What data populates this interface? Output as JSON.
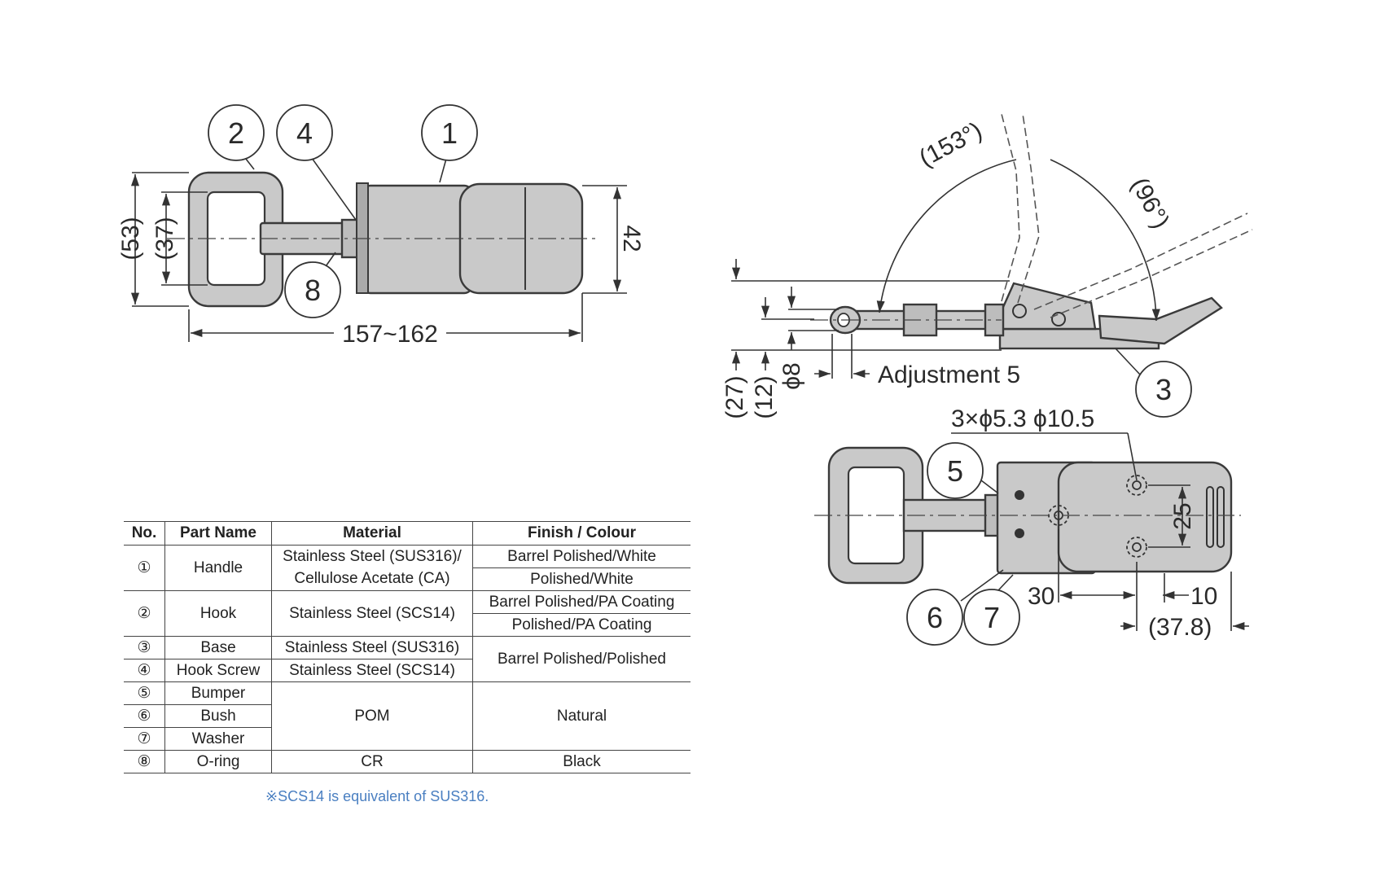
{
  "top_view": {
    "callouts": [
      "2",
      "4",
      "1",
      "8"
    ],
    "dims": {
      "height_outer": "(53)",
      "height_inner": "(37)",
      "width_right": "42",
      "length": "157~162"
    }
  },
  "side_view": {
    "callout": "3",
    "dims": {
      "angle_full": "(153°)",
      "angle_handle": "(96°)",
      "h27": "(27)",
      "h12": "(12)",
      "dia8": "ϕ8",
      "adjustment": "Adjustment 5"
    }
  },
  "bottom_view": {
    "callouts": [
      "5",
      "6",
      "7"
    ],
    "dims": {
      "holes": "3×ϕ5.3 ϕ10.5",
      "d25": "25",
      "d30": "30",
      "d10": "10",
      "d378": "(37.8)"
    }
  },
  "table": {
    "headers": [
      "No.",
      "Part Name",
      "Material",
      "Finish / Colour"
    ],
    "rows": [
      {
        "no": "①",
        "name": "Handle",
        "material": [
          "Stainless Steel (SUS316)/",
          "Cellulose Acetate (CA)"
        ],
        "finish": [
          "Barrel Polished/White",
          "Polished/White"
        ]
      },
      {
        "no": "②",
        "name": "Hook",
        "material": "Stainless Steel (SCS14)",
        "finish": [
          "Barrel Polished/PA Coating",
          "Polished/PA Coating"
        ]
      },
      {
        "no": "③",
        "name": "Base",
        "material": "Stainless Steel (SUS316)"
      },
      {
        "no": "④",
        "name": "Hook Screw",
        "material": "Stainless Steel (SCS14)"
      },
      {
        "no": "⑤",
        "name": "Bumper"
      },
      {
        "no": "⑥",
        "name": "Bush"
      },
      {
        "no": "⑦",
        "name": "Washer"
      },
      {
        "no": "⑧",
        "name": "O-ring",
        "material": "CR",
        "finish": "Black"
      }
    ],
    "shared": {
      "finish_3_4": "Barrel Polished/Polished",
      "material_5_7": "POM",
      "finish_5_7": "Natural"
    },
    "note": "※SCS14 is equivalent of SUS316."
  }
}
